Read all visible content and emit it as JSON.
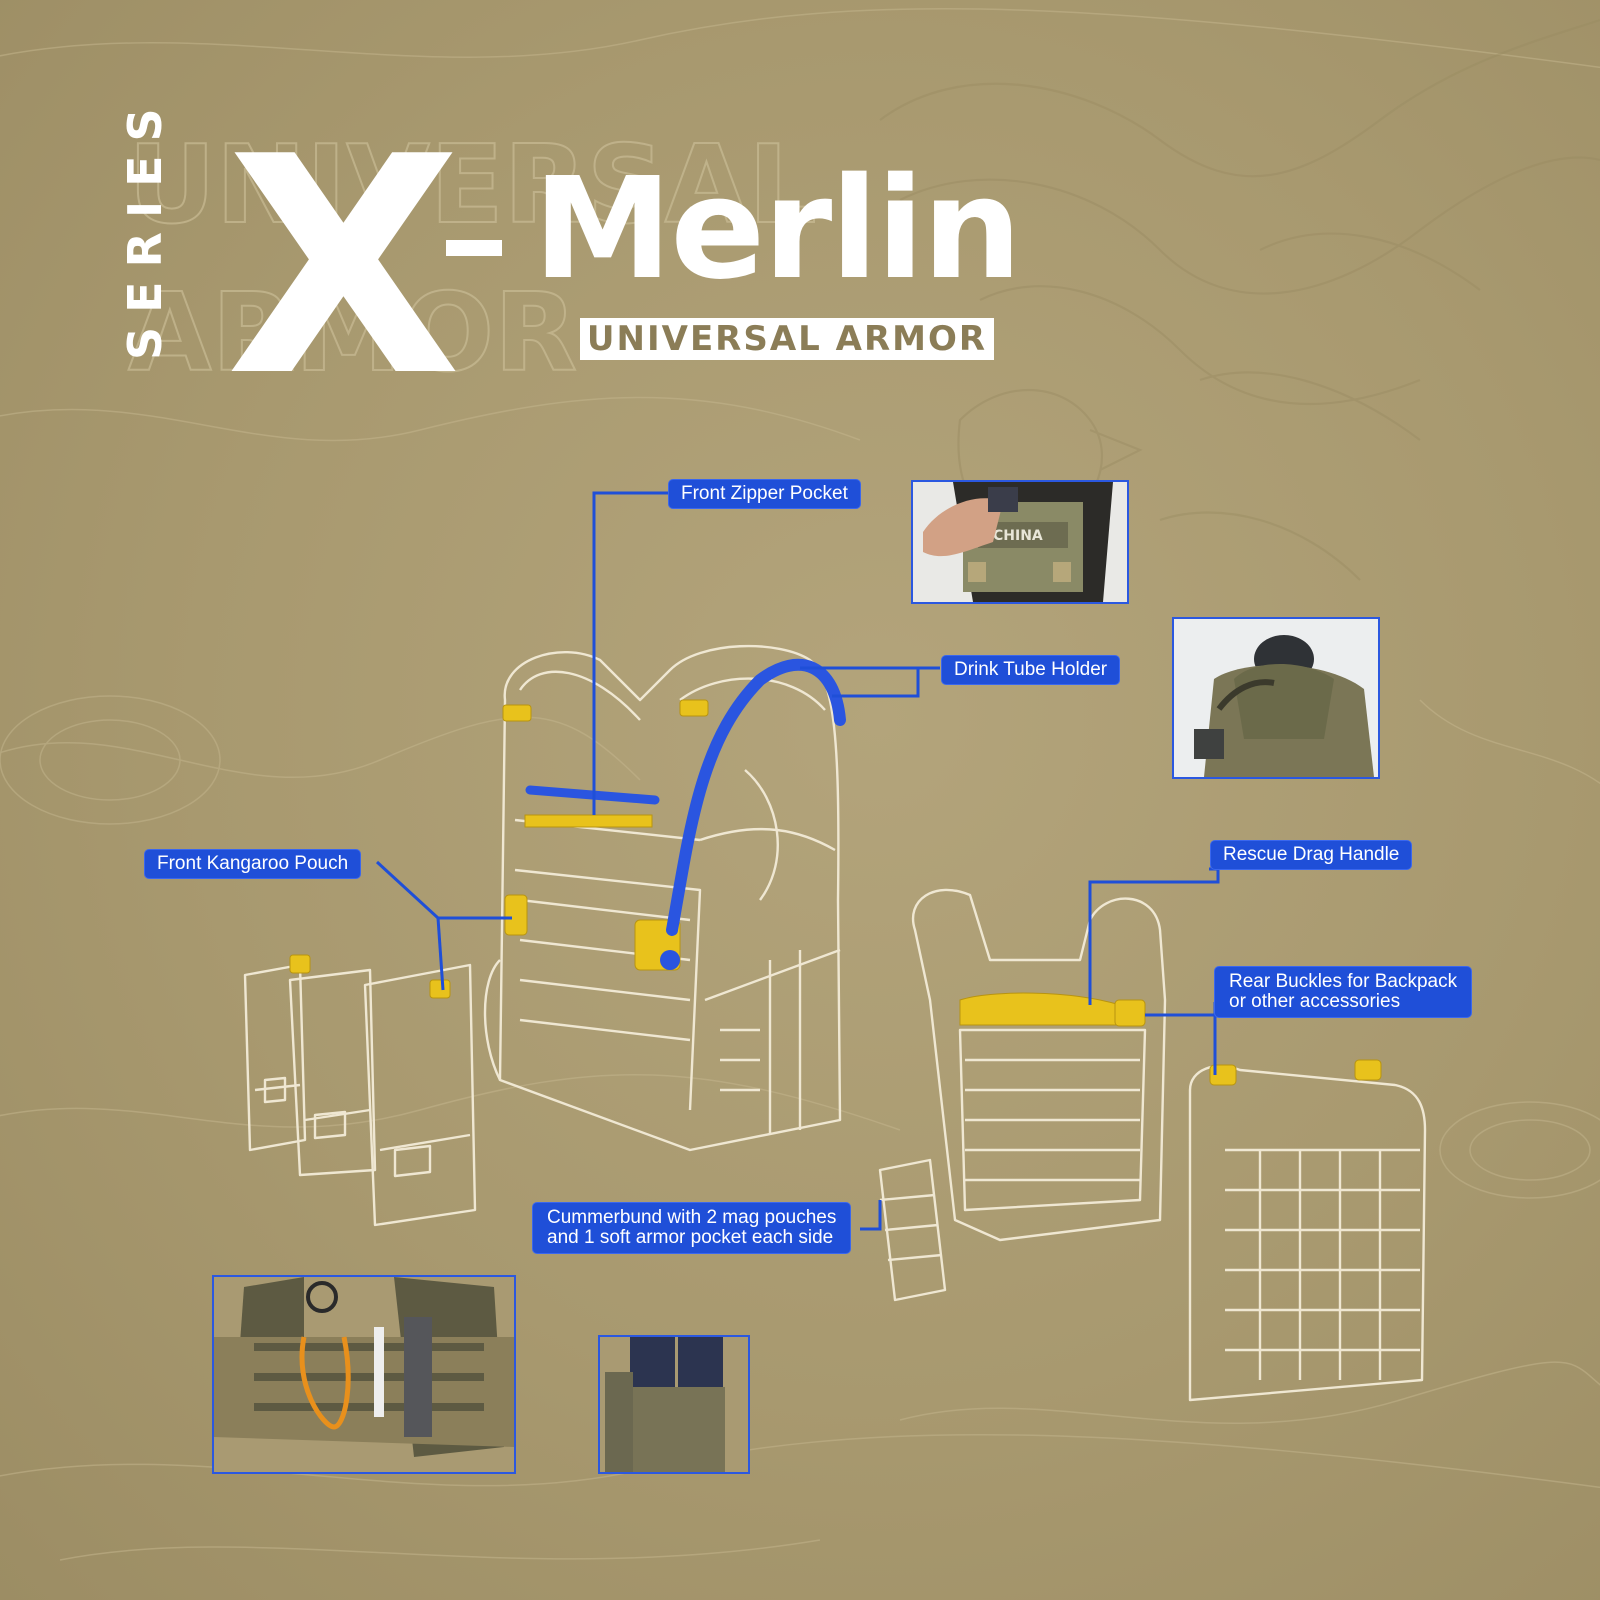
{
  "header": {
    "series": "SERIES",
    "x_mark": "X",
    "dash": "–",
    "title": "Merlin",
    "subtitle": "UNIVERSAL ARMOR",
    "watermark_line1": "UNIVERSAL",
    "watermark_line2": "ARMOR"
  },
  "callouts": {
    "front_zipper_pocket": "Front Zipper Pocket",
    "drink_tube_holder": "Drink Tube Holder",
    "front_kangaroo_pouch": "Front Kangaroo Pouch",
    "rescue_drag_handle": "Rescue Drag Handle",
    "rear_buckles_line1": "Rear Buckles for Backpack",
    "rear_buckles_line2": "or other accessories",
    "cummerbund_line1": "Cummerbund with 2 mag pouches",
    "cummerbund_line2": "and 1 soft armor pocket each side"
  },
  "photo_text": {
    "patch": "CHINA"
  },
  "colors": {
    "background": "#a99a72",
    "callout_blue": "#1f4fd8",
    "highlight_yellow": "#e8c21c",
    "sketch_line": "#efe7d2"
  },
  "icons": {
    "bird": "eagle-illustration",
    "vest": "plate-carrier-sketch"
  }
}
